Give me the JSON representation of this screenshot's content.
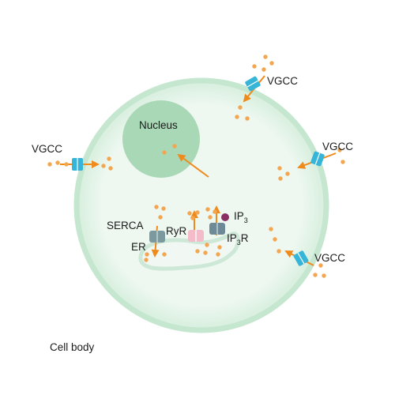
{
  "diagram": {
    "labels": {
      "vgcc_top_right": "VGCC",
      "vgcc_left": "VGCC",
      "vgcc_right": "VGCC",
      "vgcc_bottom_right": "VGCC",
      "nucleus": "Nucleus",
      "serca": "SERCA",
      "er": "ER",
      "ryr": "RyR",
      "ip3_base": "IP",
      "ip3_sub": "3",
      "ip3r_base": "IP",
      "ip3r_sub": "3",
      "ip3r_tail": "R",
      "cell_body": "Cell body"
    },
    "colors": {
      "cell_fill": "#e9f5ec",
      "cell_edge": "#c5e6cf",
      "nucleus": "#a9d8b6",
      "er_fill": "#f1f8f3",
      "er_edge": "#cde8d6",
      "calcium_ion": "#f3a64f",
      "arrow": "#ef8a1c",
      "vgcc_channel": "#37b5d8",
      "serca_pump": "#7b9aa0",
      "ryr_channel": "#f4bcc8",
      "ip3r_channel": "#6d8a96",
      "ip3_ligand": "#8a2e64"
    }
  }
}
